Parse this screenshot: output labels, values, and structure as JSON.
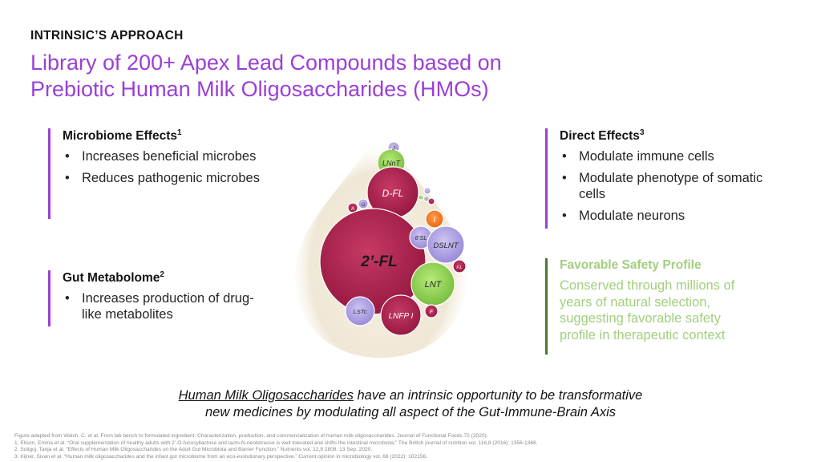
{
  "kicker": "INTRINSIC’S APPROACH",
  "headline": {
    "line1": "Library of 200+ Apex Lead Compounds based on",
    "line2": "Prebiotic Human Milk Oligosaccharides (HMOs)"
  },
  "microbiome": {
    "title": "Microbiome Effects",
    "ref": "1",
    "items": [
      "Increases beneficial microbes",
      "Reduces pathogenic microbes"
    ]
  },
  "gut": {
    "title": "Gut Metabolome",
    "ref": "2",
    "items": [
      "Increases production of drug-like metabolites"
    ]
  },
  "direct": {
    "title": "Direct Effects",
    "ref": "3",
    "items": [
      "Modulate immune cells",
      "Modulate phenotype of somatic cells",
      "Modulate neurons"
    ]
  },
  "safety": {
    "title": "Favorable Safety Profile",
    "text": "Conserved through millions of years of natural selection, suggesting favorable safety profile in therapeutic context"
  },
  "diagram": {
    "labels": {
      "fl2": "2’-FL",
      "dfl": "D-FL",
      "lnnt": "LNnT",
      "j": "J",
      "a": "A",
      "g": "G",
      "i": "I",
      "sl6": "6’SL",
      "dslnt": "DSLNT",
      "lnt": "LNT",
      "lnfp": "LNFP I",
      "lstc": "LSTc",
      "f": "F",
      "fl": "F.L"
    },
    "colors": {
      "crimson": "#a51e4a",
      "green": "#8fd14f",
      "purple": "#a99be0",
      "orange": "#f47a22",
      "drop": "#f2ebdc",
      "grey": "#b8b8b8"
    }
  },
  "colors": {
    "accent_purple": "#9b3fd6",
    "bar_green": "#4a7a30",
    "safety_green": "#a2cf7e"
  },
  "tagline": {
    "underlined": "Human Milk Oligosaccharides",
    "rest1": " have an intrinsic opportunity to be transformative",
    "line2": "new medicines by modulating all aspect of the Gut-Immune-Brain Axis"
  },
  "footnotes": [
    "Figure adapted from Walsh, C. et al. From lab bench to formulated ingredient: Characterization, production, and commercialization of human milk oligosaccharides. Journal of Functional Foods.72 (2020).",
    "1. Elison, Emma et al. “Oral supplementation of healthy adults with 2’-O-fucosyllactose and lacto-N-neotetraose is well tolerated and shifts the intestinal microbiota.” The British journal of nutrition vol. 116,8 (2016): 1356-1368.",
    "2. Šuligoj, Tanja et al. “Effects of Human Milk Oligosaccharides on the Adult Gut Microbiota and Barrier Function.” Nutrients vol. 12,9 2808. 13 Sep. 2020.",
    "3. Kijner, Sivan et al. “Human milk oligosaccharides and the infant gut microbiome from an eco-evolutionary perspective.” Current opinion in microbiology vol. 68 (2022): 102156."
  ]
}
